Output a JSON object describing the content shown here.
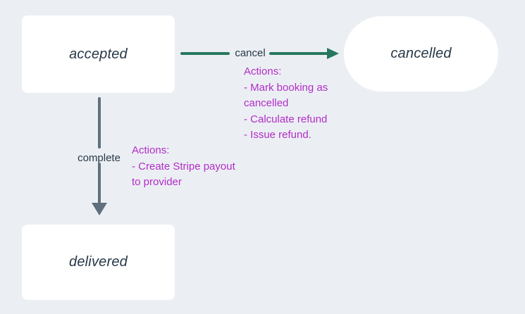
{
  "states": {
    "accepted": {
      "label": "accepted"
    },
    "cancelled": {
      "label": "cancelled"
    },
    "delivered": {
      "label": "delivered"
    }
  },
  "transitions": {
    "cancel": {
      "label": "cancel",
      "actions": "Actions:\n- Mark booking as\ncancelled\n- Calculate refund\n- Issue refund."
    },
    "complete": {
      "label": "complete",
      "actions": "Actions:\n- Create Stripe payout\nto provider"
    }
  },
  "colors": {
    "background": "#ebeff4",
    "node_fill": "#ffffff",
    "node_text": "#283848",
    "cancel_arrow": "#27785f",
    "complete_arrow": "#5f6f7e",
    "actions_text": "#b32cc6"
  }
}
